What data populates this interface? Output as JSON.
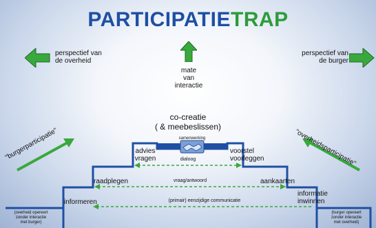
{
  "title": {
    "part1": "PARTICIPATIE",
    "part2": "TRAP"
  },
  "colors": {
    "blue": "#1f4fa3",
    "green": "#2e9b3a",
    "stair": "#1f4fa3"
  },
  "left_arrow_label": [
    "perspectief van",
    "de overheid"
  ],
  "right_arrow_label": [
    "perspectief van",
    "de burger"
  ],
  "center_arrow_label": [
    "mate",
    "van",
    "interactie"
  ],
  "cocreatie": [
    "co-creatie",
    "( & meebeslissen)"
  ],
  "diag_left": "\"burgerparticipatie\"",
  "diag_right": "\"overheidsparticipatie\"",
  "steps": {
    "advies": [
      "advies",
      "vragen"
    ],
    "voorstel": [
      "voorstel",
      "voorleggen"
    ],
    "raadplegen": "raadplegen",
    "aankaarten": "aankaarten",
    "informeren": "informeren",
    "informatie": [
      "informatie",
      "inwinnen"
    ]
  },
  "bands": {
    "samenwerking": "samenwerking",
    "dialoog": "dialoog",
    "vraag": "vraag/antwoord",
    "primair": "(primair) eenzijdige communicatie"
  },
  "corner_left": [
    "(overheid opereert",
    "zonder interactie",
    "met burger)"
  ],
  "corner_right": [
    "(burger opereert",
    "zonder interactie",
    "met overheid)"
  ],
  "icons": [
    "arrow-left-icon",
    "arrow-right-icon",
    "arrow-up-icon",
    "diagonal-arrow-icon",
    "handshake-icon"
  ]
}
